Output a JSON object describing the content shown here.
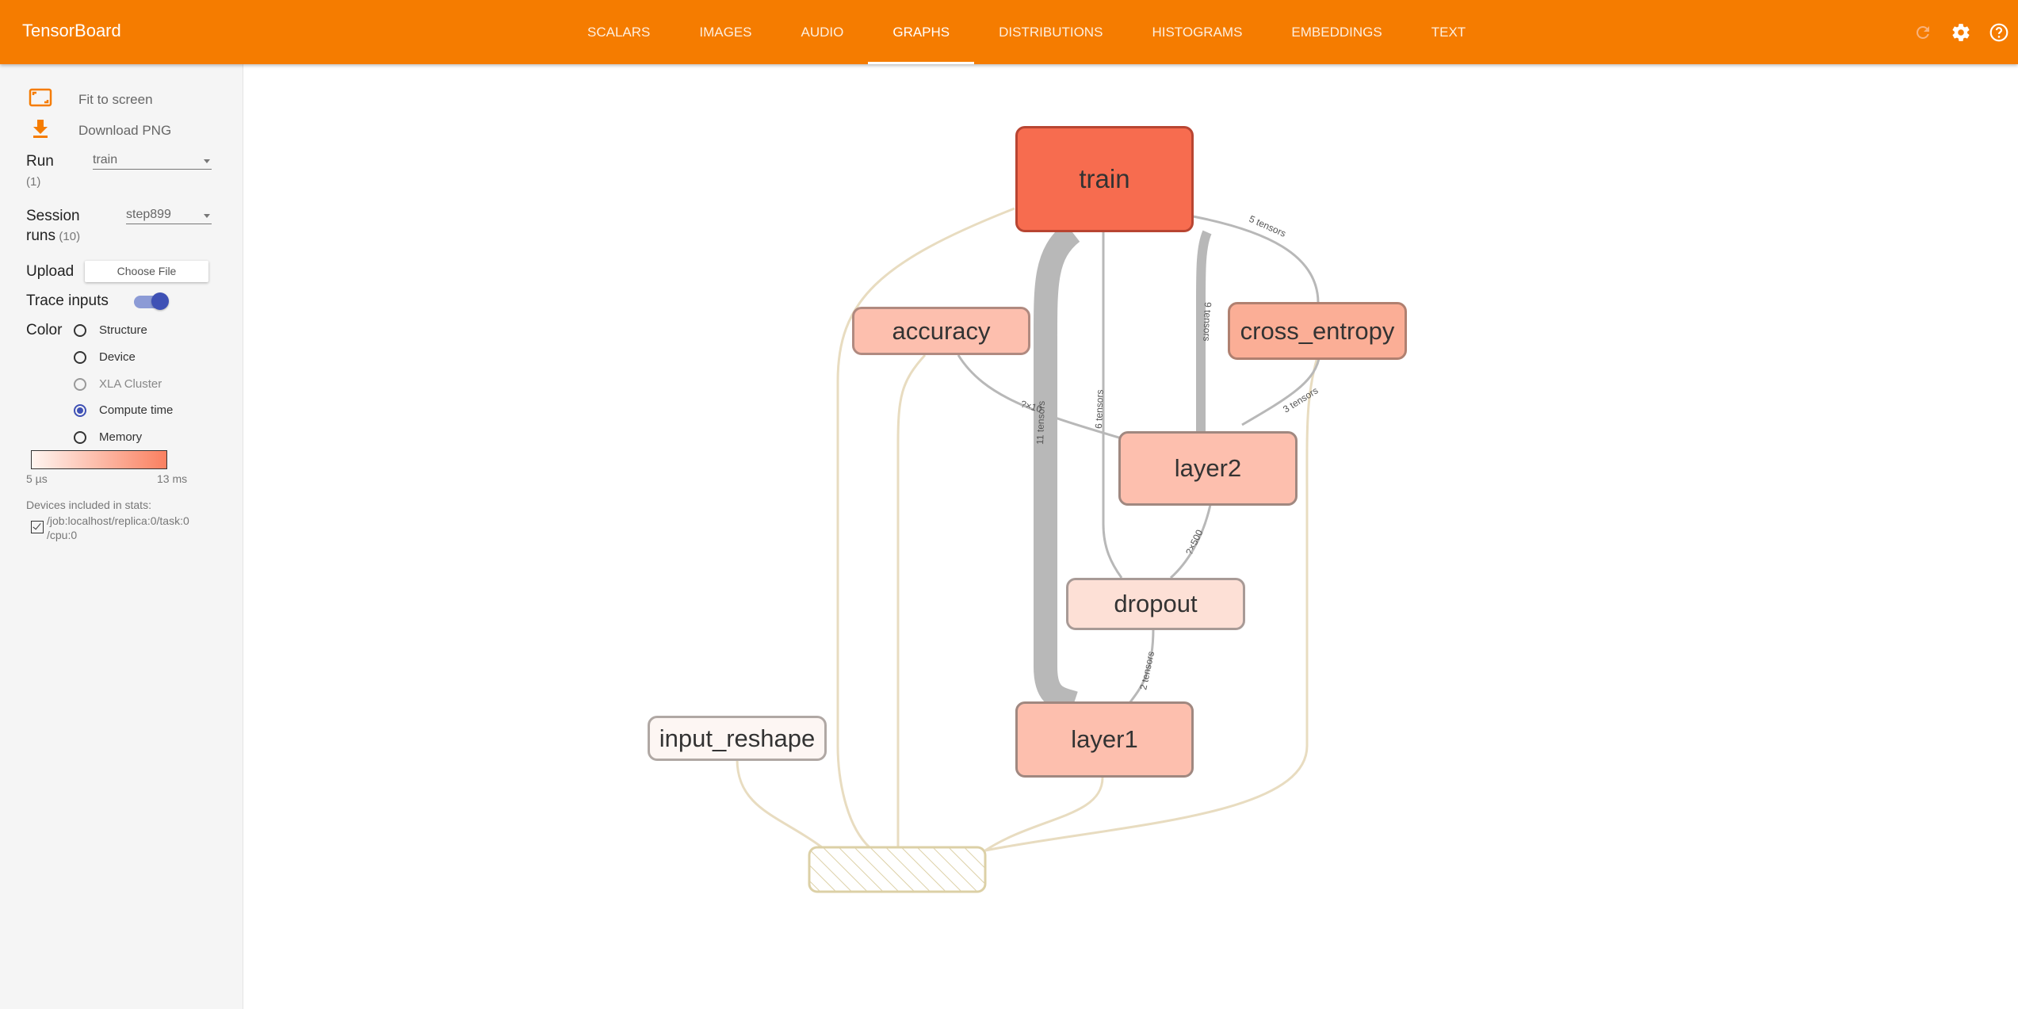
{
  "app": {
    "title": "TensorBoard"
  },
  "tabs": [
    "SCALARS",
    "IMAGES",
    "AUDIO",
    "GRAPHS",
    "DISTRIBUTIONS",
    "HISTOGRAMS",
    "EMBEDDINGS",
    "TEXT"
  ],
  "active_tab": "GRAPHS",
  "top_icons": [
    "refresh-icon",
    "gear-icon",
    "help-icon"
  ],
  "sidebar": {
    "fit_to_screen": "Fit to screen",
    "download_png": "Download PNG",
    "run_label": "Run",
    "run_count": "(1)",
    "run_value": "train",
    "session_label_1": "Session",
    "session_label_2": "runs",
    "session_count": "(10)",
    "session_value": "step899",
    "upload_label": "Upload",
    "choose_file": "Choose File",
    "trace_inputs_label": "Trace inputs",
    "trace_inputs_enabled": true,
    "color_label": "Color",
    "color_options": [
      "Structure",
      "Device",
      "XLA Cluster",
      "Compute time",
      "Memory"
    ],
    "color_selected": "Compute time",
    "legend_min": "5 µs",
    "legend_max": "13 ms",
    "devices_label": "Devices included in stats:",
    "device_line_1": "/job:localhost/replica:0/task:0",
    "device_line_2": "/cpu:0",
    "device_checked": true
  },
  "graph": {
    "nodes": {
      "train": "train",
      "accuracy": "accuracy",
      "cross_entropy": "cross_entropy",
      "layer2": "layer2",
      "dropout": "dropout",
      "layer1": "layer1",
      "input_reshape": "input_reshape"
    },
    "edge_labels": {
      "train_cross": "5 tensors",
      "train_layer2": "9 tensors",
      "train_center": "6 tensors",
      "train_layer1": "11 tensors",
      "accuracy_layer2": "?×10",
      "cross_layer2": "3 tensors",
      "layer2_dropout": "?×500",
      "dropout_layer1": "2 tensors"
    }
  },
  "colors": {
    "topbar": "#f57c00",
    "train": "#f76c4f",
    "cross_entropy": "#fbae96",
    "layer": "#fdbfae",
    "dropout": "#fde0d6",
    "input_reshape": "#fdf6f3",
    "selected": "#3f51b5"
  }
}
